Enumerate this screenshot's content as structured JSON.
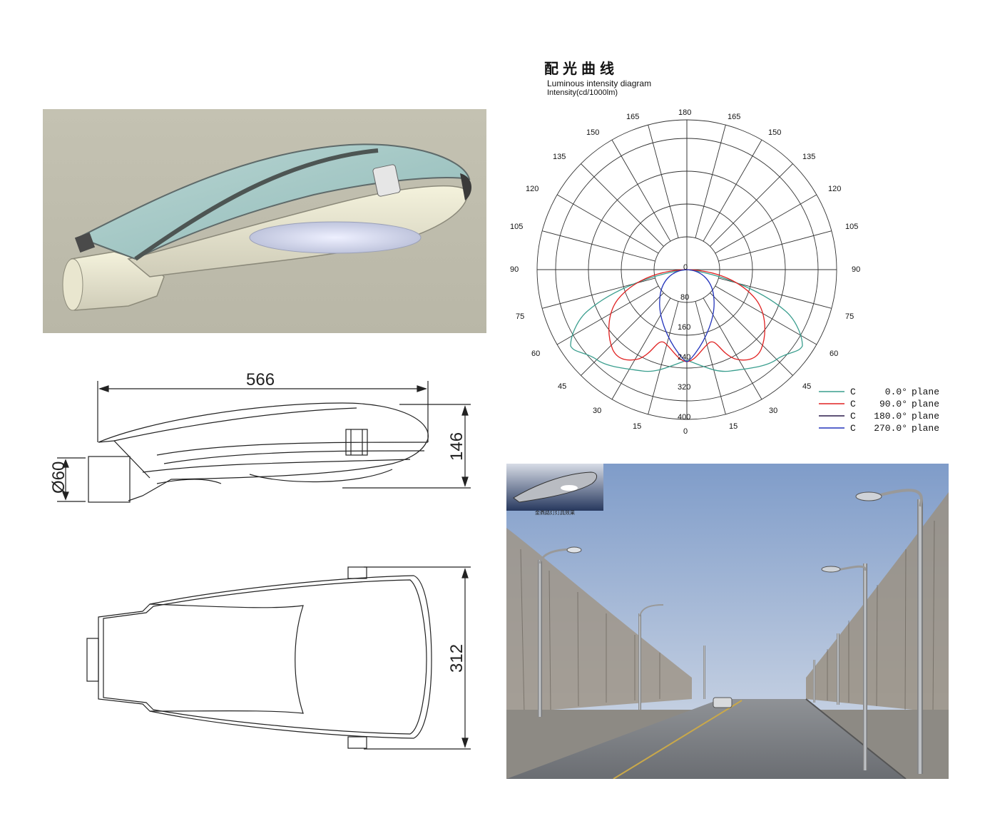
{
  "drawings": {
    "length_label": "566",
    "height_label": "146",
    "diameter_label": "Ø60",
    "width_label": "312"
  },
  "polar": {
    "title_cn": "配光曲线",
    "subtitle": "Luminous intensity diagram",
    "unit": "Intensity(cd/1000lm)",
    "angle_labels": {
      "top": "180",
      "r165": "165",
      "r150": "150",
      "r135": "135",
      "r120": "120",
      "r105": "105",
      "r90": "90",
      "r75": "75",
      "r60": "60",
      "r45": "45",
      "r30": "30",
      "r15": "15",
      "bottom": "0",
      "l165": "165",
      "l150": "150",
      "l135": "135",
      "l120": "120",
      "l105": "105",
      "l90": "90",
      "l75": "75",
      "l60": "60",
      "l45": "45",
      "l30": "30",
      "l15": "15"
    },
    "radial_labels": [
      "0",
      "80",
      "160",
      "240",
      "320",
      "400"
    ],
    "legend": [
      {
        "c": "C",
        "angle": "0.0°",
        "plane": "plane",
        "color": "#3a9e8e"
      },
      {
        "c": "C",
        "angle": "90.0°",
        "plane": "plane",
        "color": "#e02020"
      },
      {
        "c": "C",
        "angle": "180.0°",
        "plane": "plane",
        "color": "#2a1a4a"
      },
      {
        "c": "C",
        "angle": "270.0°",
        "plane": "plane",
        "color": "#2233bb"
      }
    ]
  },
  "photo": {
    "inset_caption": "金鼎路灯灯具效果"
  }
}
